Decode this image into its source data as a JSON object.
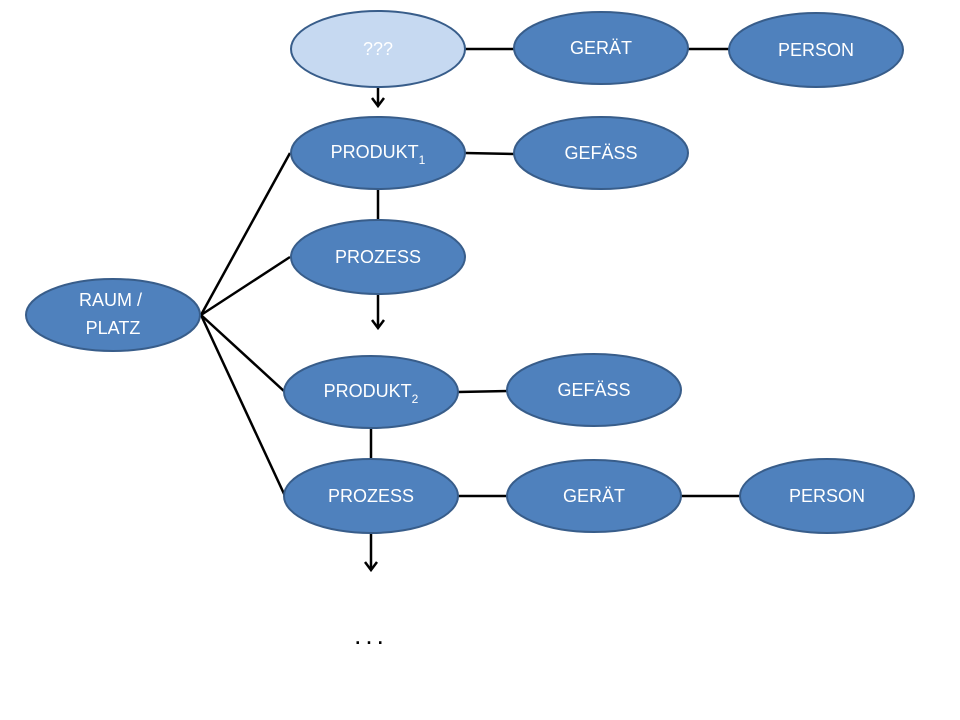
{
  "nodes": {
    "unknown": "???",
    "geraet_top": "GERÄT",
    "person_top": "PERSON",
    "produkt1": "PRODUKT",
    "produkt1_sub": "1",
    "gefaess1": "GEFÄSS",
    "prozess1": "PROZESS",
    "raum_line1": "RAUM /",
    "raum_line2": "PLATZ",
    "produkt2": "PRODUKT",
    "produkt2_sub": "2",
    "gefaess2": "GEFÄSS",
    "prozess2": "PROZESS",
    "geraet_bottom": "GERÄT",
    "person_bottom": "PERSON"
  },
  "continuation": "...",
  "colors": {
    "node_fill": "#4f81bd",
    "node_stroke": "#385d8a",
    "unknown_fill": "#c6d9f1",
    "edge": "#000000",
    "node_text": "#ffffff"
  }
}
